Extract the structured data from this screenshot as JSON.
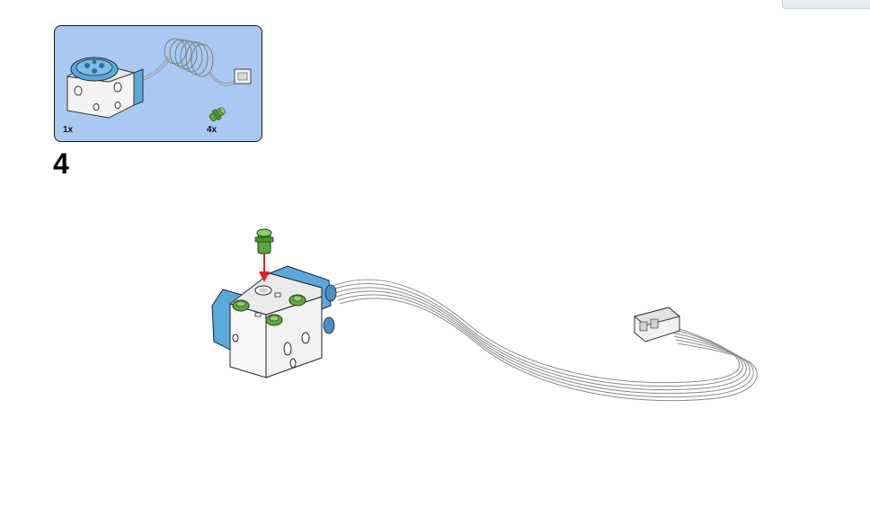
{
  "parts_list": {
    "items": [
      {
        "name": "servo-motor",
        "quantity": "1x"
      },
      {
        "name": "connector-peg",
        "quantity": "4x"
      }
    ],
    "background_color": "#a9c9f3"
  },
  "step": {
    "number": "4"
  },
  "colors": {
    "motor_blue": "#5aa9dc",
    "motor_white": "#f4f4f4",
    "peg_green": "#5aa83c",
    "arrow_red": "#d9252a",
    "cable_gray": "#bfbfbf"
  }
}
